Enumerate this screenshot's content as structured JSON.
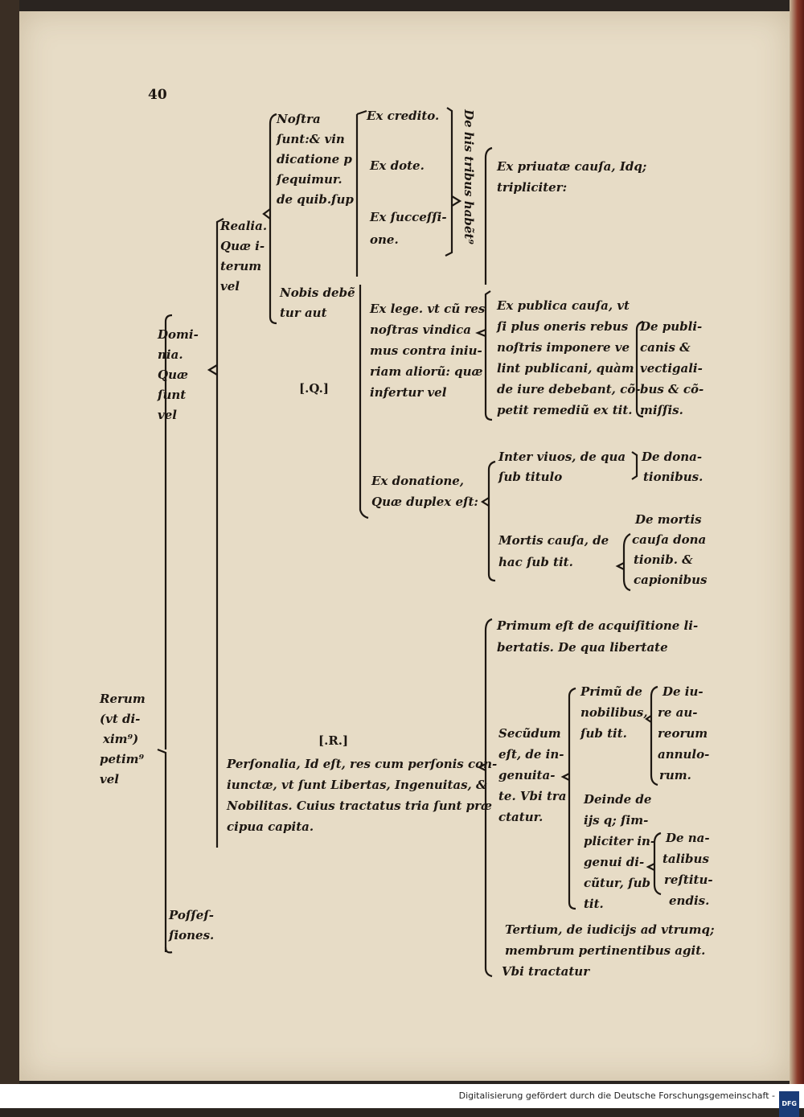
{
  "page_number": "40",
  "footer": {
    "text": "Digitalisierung gefördert durch die Deutsche Forschungsgemeinschaft -",
    "logo": "DFG"
  },
  "marks": {
    "q": "[.Q.]",
    "r": "[.R.]"
  },
  "tree": {
    "rerum": [
      "Rerum",
      "(vt di-",
      "xim⁹)",
      "petim⁹",
      "vel"
    ],
    "dominia": [
      "Domi-",
      "nia.",
      "Quæ",
      "ſunt",
      "vel"
    ],
    "possessiones": [
      "Poſſeſ-",
      "ſiones."
    ],
    "realia": [
      "Realia.",
      "Quæ i-",
      "terum",
      "vel"
    ],
    "nostra": [
      "Noſtra",
      "ſunt:& vin",
      "dicatione p",
      "ſequimur.",
      "de quib.ſup"
    ],
    "nobis": [
      "Nobis debẽ",
      "tur aut"
    ],
    "ex_credito": "Ex credito.",
    "ex_dote": "Ex dote.",
    "ex_successione": [
      "Ex ſucceſſi-",
      "one."
    ],
    "vertical_label": "De his tribus habẽt⁹",
    "ex_priuatae": [
      "Ex priuatæ cauſa, Idq; tripliciter:"
    ],
    "ex_lege": [
      "Ex lege. vt cũ res",
      "noſtras vindica",
      "mus contra iniu-",
      "riam aliorũ: quæ",
      "infertur vel"
    ],
    "ex_publica": [
      "Ex publica cauſa, vt",
      "ſi plus oneris rebus",
      "noſtris imponere ve",
      "lint publicani, quàm",
      "de iure debebant, cõ-",
      "petit remediũ ex tit."
    ],
    "de_publicanis": [
      "De publi-",
      "canis &",
      "vectigali-",
      "bus & cõ-",
      "miſſis."
    ],
    "ex_donatione": [
      "Ex donatione,",
      "Quæ duplex eſt:"
    ],
    "inter_viuos": [
      "Inter viuos, de qua",
      "ſub titulo"
    ],
    "de_donationibus": [
      "De dona-",
      "tionibus."
    ],
    "mortis_causa": [
      "Mortis cauſa, de",
      "hac ſub tit."
    ],
    "de_mortis": [
      "De mortis",
      "cauſa dona",
      "tionib. &",
      "capionibus"
    ],
    "personalia": [
      "Perſonalia, Id eſt, res cum perſonis con-",
      "iunctæ, vt ſunt Libertas, Ingenuitas, &",
      "Nobilitas. Cuius tractatus tria ſunt præ",
      "cipua capita."
    ],
    "primum": [
      "Primum eſt de acquiſitione li-",
      "bertatis. De qua libertate"
    ],
    "secundum": [
      "Secũdum",
      "eſt, de in-",
      "genuita-",
      "te. Vbi tra",
      "ctatur."
    ],
    "primu_de_nobilibus": [
      "Primũ de",
      "nobilibus,",
      "ſub tit."
    ],
    "de_iure_aureorum": [
      "De iu-",
      "re au-",
      "reorum",
      "annulo-",
      "rum."
    ],
    "deinde": [
      "Deinde de",
      "ijs q; ſim-",
      "pliciter in-",
      "genui di-",
      "cũtur, ſub",
      "tit."
    ],
    "de_natalibus": [
      "De na-",
      "talibus",
      "reſtitu-",
      "endis."
    ],
    "tertium": [
      "Tertium, de iudicijs ad vtrumq;",
      "membrum pertinentibus agit.",
      "Vbi tractatur"
    ]
  }
}
